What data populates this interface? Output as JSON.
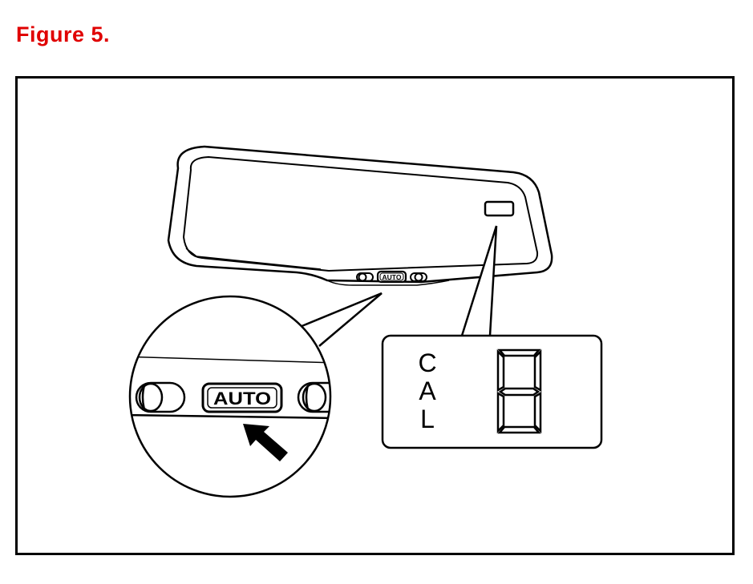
{
  "figure": {
    "title": "Figure 5."
  },
  "mirror": {
    "button_label": "AUTO"
  },
  "zoom": {
    "button_label": "AUTO"
  },
  "display": {
    "letters": [
      "C",
      "A",
      "L"
    ],
    "digit": "8"
  },
  "colors": {
    "title": "#e00000",
    "ink": "#000000",
    "background": "#ffffff"
  }
}
